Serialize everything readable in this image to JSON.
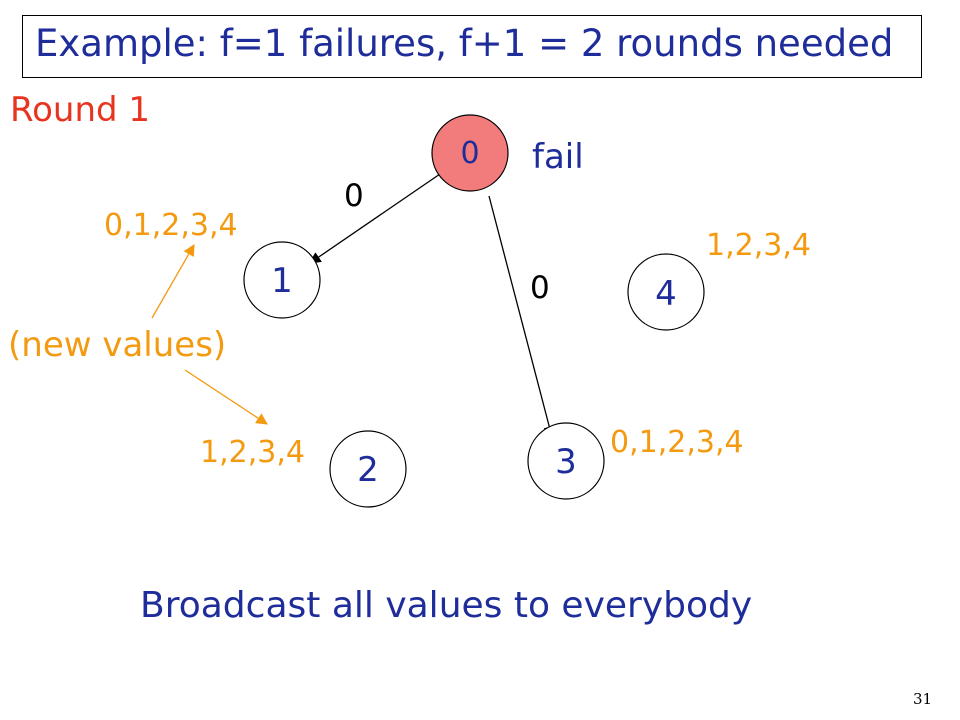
{
  "title": "Example: f=1 failures, f+1 = 2 rounds needed",
  "round_label": "Round 1",
  "fail_label": "fail",
  "nodes": [
    {
      "id": "0",
      "status": "failed",
      "color": "#f27b7b"
    },
    {
      "id": "1",
      "status": "ok"
    },
    {
      "id": "2",
      "status": "ok"
    },
    {
      "id": "3",
      "status": "ok"
    },
    {
      "id": "4",
      "status": "ok"
    }
  ],
  "edges": [
    {
      "from": "0",
      "to": "1",
      "label": "0"
    },
    {
      "from": "0",
      "to": "3",
      "label": "0"
    }
  ],
  "value_sets": {
    "node1": "0,1,2,3,4",
    "node2": "1,2,3,4",
    "node3": "0,1,2,3,4",
    "node4": "1,2,3,4"
  },
  "note": "(new values)",
  "caption": "Broadcast all values to everybody",
  "slide_number": "31",
  "colors": {
    "title_text": "#1e2d9a",
    "round_label": "#e8331f",
    "values": "#f39a10",
    "failed_node": "#f27b7b"
  }
}
